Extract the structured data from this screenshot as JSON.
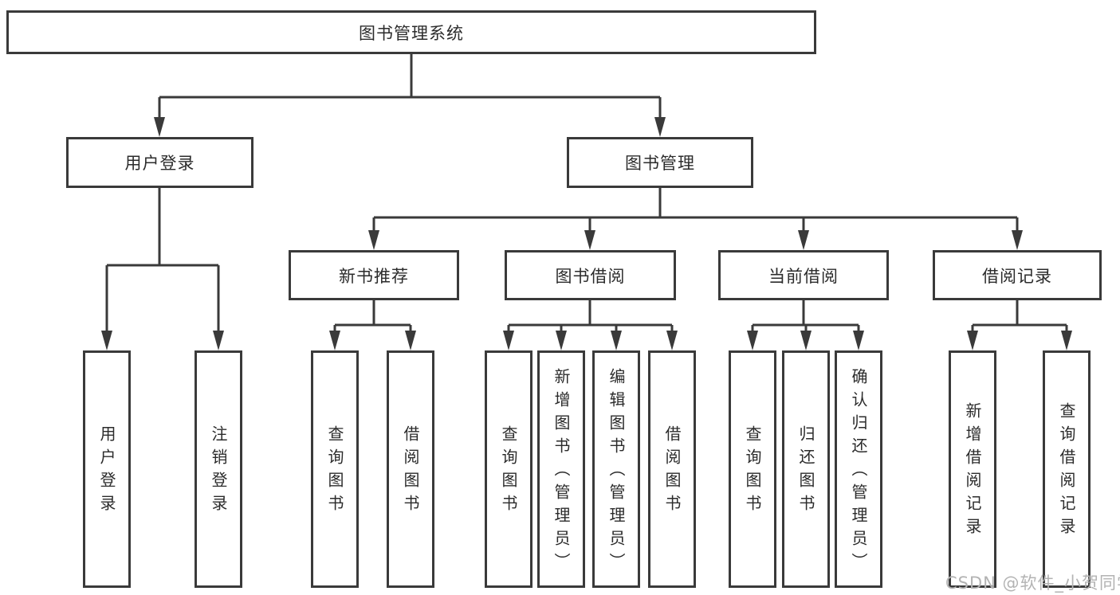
{
  "tree": {
    "root": {
      "label": "图书管理系统",
      "children": [
        {
          "label": "用户登录",
          "children": [
            {
              "label": "用户登录"
            },
            {
              "label": "注销登录"
            }
          ]
        },
        {
          "label": "图书管理",
          "children": [
            {
              "label": "新书推荐",
              "children": [
                {
                  "label": "查询图书"
                },
                {
                  "label": "借阅图书"
                }
              ]
            },
            {
              "label": "图书借阅",
              "children": [
                {
                  "label": "查询图书"
                },
                {
                  "label": "新增图书（管理员）"
                },
                {
                  "label": "编辑图书（管理员）"
                },
                {
                  "label": "借阅图书"
                }
              ]
            },
            {
              "label": "当前借阅",
              "children": [
                {
                  "label": "查询图书"
                },
                {
                  "label": "归还图书"
                },
                {
                  "label": "确认归还（管理员）"
                }
              ]
            },
            {
              "label": "借阅记录",
              "children": [
                {
                  "label": "新增借阅记录"
                },
                {
                  "label": "查询借阅记录"
                }
              ]
            }
          ]
        }
      ]
    }
  },
  "watermark": "CSDN @软件_小贺同学",
  "colors": {
    "line": "#3a3a3a",
    "box_border": "#3a3a3a",
    "box_fill": "#ffffff",
    "text": "#2b2b2b",
    "watermark": "#b3b3b3"
  }
}
